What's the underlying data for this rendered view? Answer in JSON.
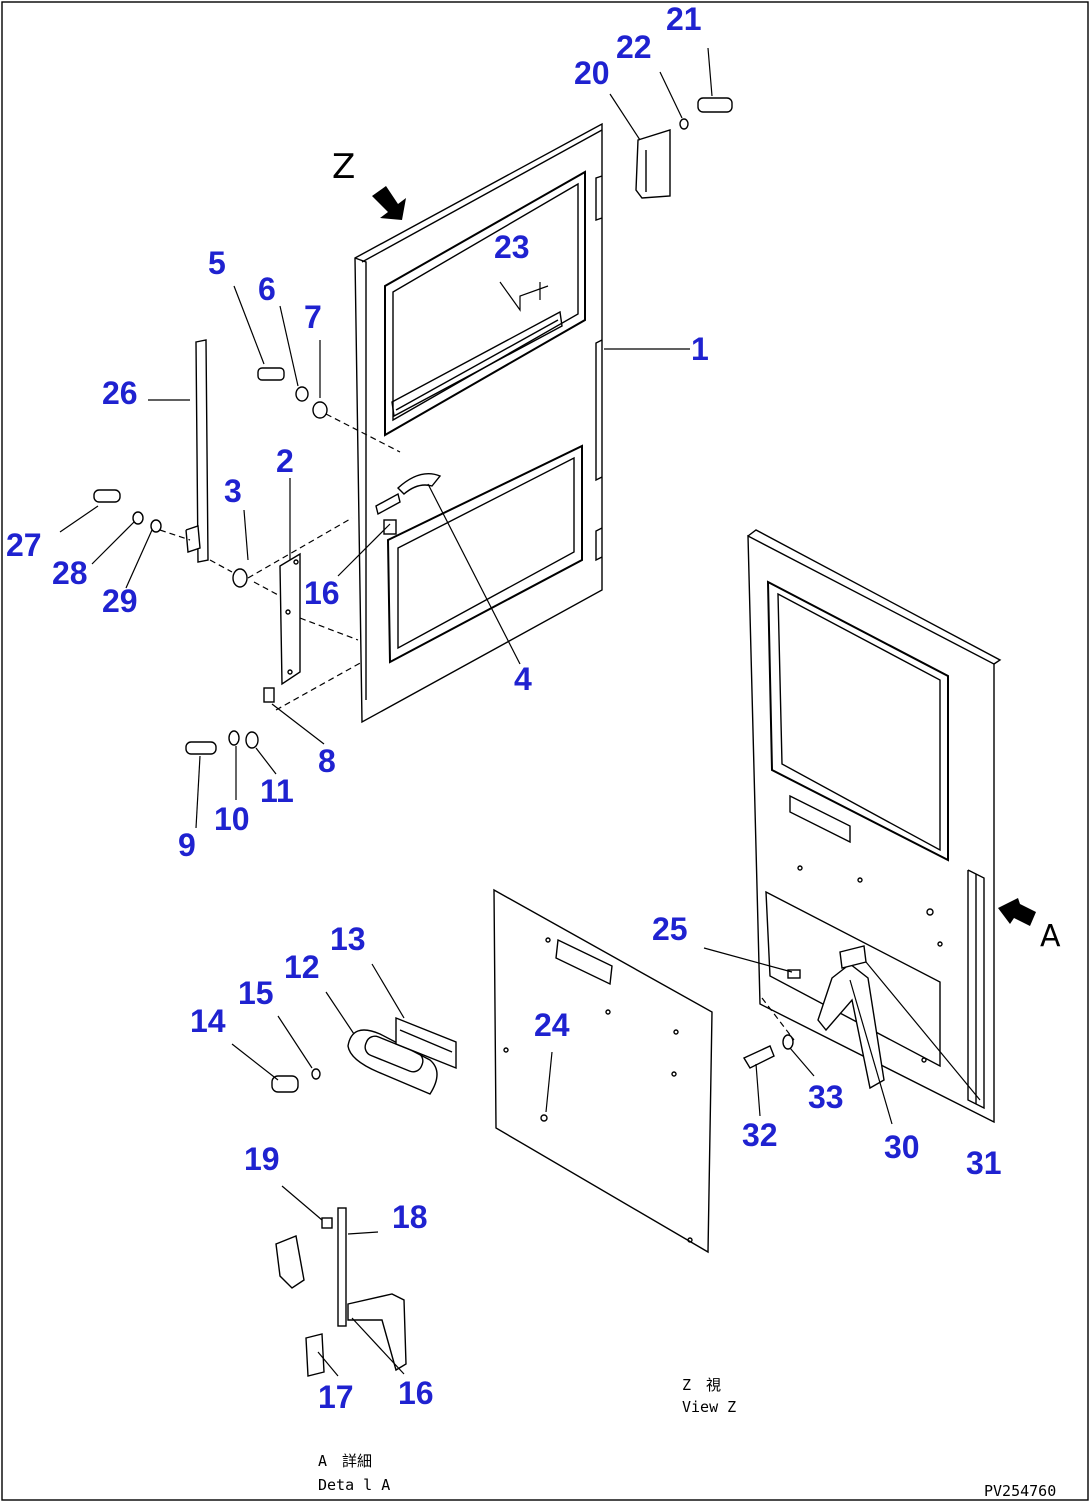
{
  "view_marker_z": "Z",
  "view_marker_a": "A",
  "part_callouts": [
    "1",
    "2",
    "3",
    "4",
    "5",
    "6",
    "7",
    "8",
    "9",
    "10",
    "11",
    "12",
    "13",
    "14",
    "15",
    "16",
    "16",
    "17",
    "18",
    "19",
    "20",
    "21",
    "22",
    "23",
    "24",
    "25",
    "26",
    "27",
    "28",
    "29",
    "30",
    "31",
    "32",
    "33"
  ],
  "notes": {
    "view_z_jp": "Z　視",
    "view_z_en": "View Z",
    "detail_a_jp": "A　詳細",
    "detail_a_en": "Deta l A",
    "drawing_code": "PV254760"
  },
  "colors": {
    "callout": "#1f22d0",
    "line": "#000000",
    "background": "#ffffff"
  }
}
